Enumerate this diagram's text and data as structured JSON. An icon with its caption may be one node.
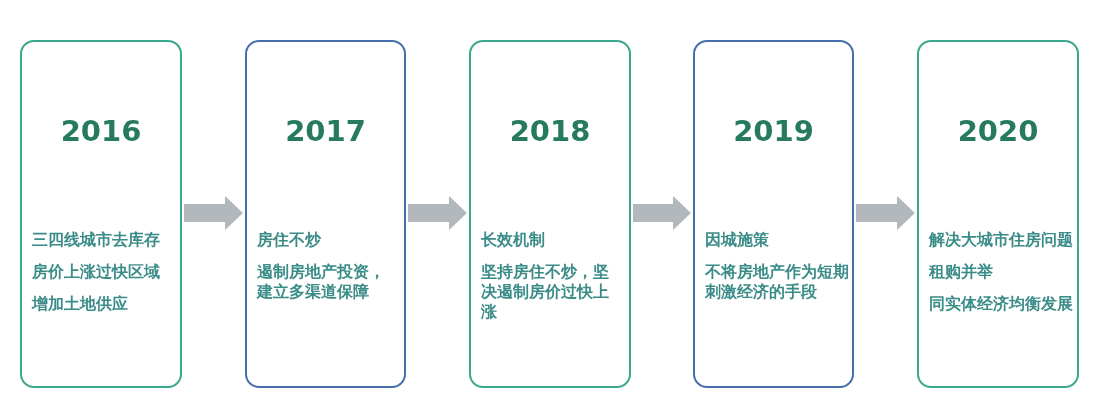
{
  "diagram": {
    "nodes": [
      {
        "text": [
          "2016",
          "三四线城市去库存",
          "房价上涨过快区域",
          "增加土地供应"
        ]
      },
      {
        "text": [
          "2017",
          "房住不炒",
          "遏制房地产投资，建立多渠道保障"
        ]
      },
      {
        "text": [
          "2018",
          "长效机制",
          "坚持房住不炒，坚决遏制房价过快上涨"
        ]
      },
      {
        "text": [
          "2019",
          "因城施策",
          "不将房地产作为短期刺激经济的手段"
        ]
      },
      {
        "text": [
          "2020",
          "解决大城市住房问题",
          "租购并举",
          "同实体经济均衡发展"
        ]
      }
    ],
    "edges": [
      {
        "from": 0,
        "to": 1,
        "arrow": "to"
      },
      {
        "from": 1,
        "to": 2,
        "arrow": "to"
      },
      {
        "from": 2,
        "to": 3,
        "arrow": "to"
      },
      {
        "from": 3,
        "to": 4,
        "arrow": "to"
      }
    ]
  }
}
